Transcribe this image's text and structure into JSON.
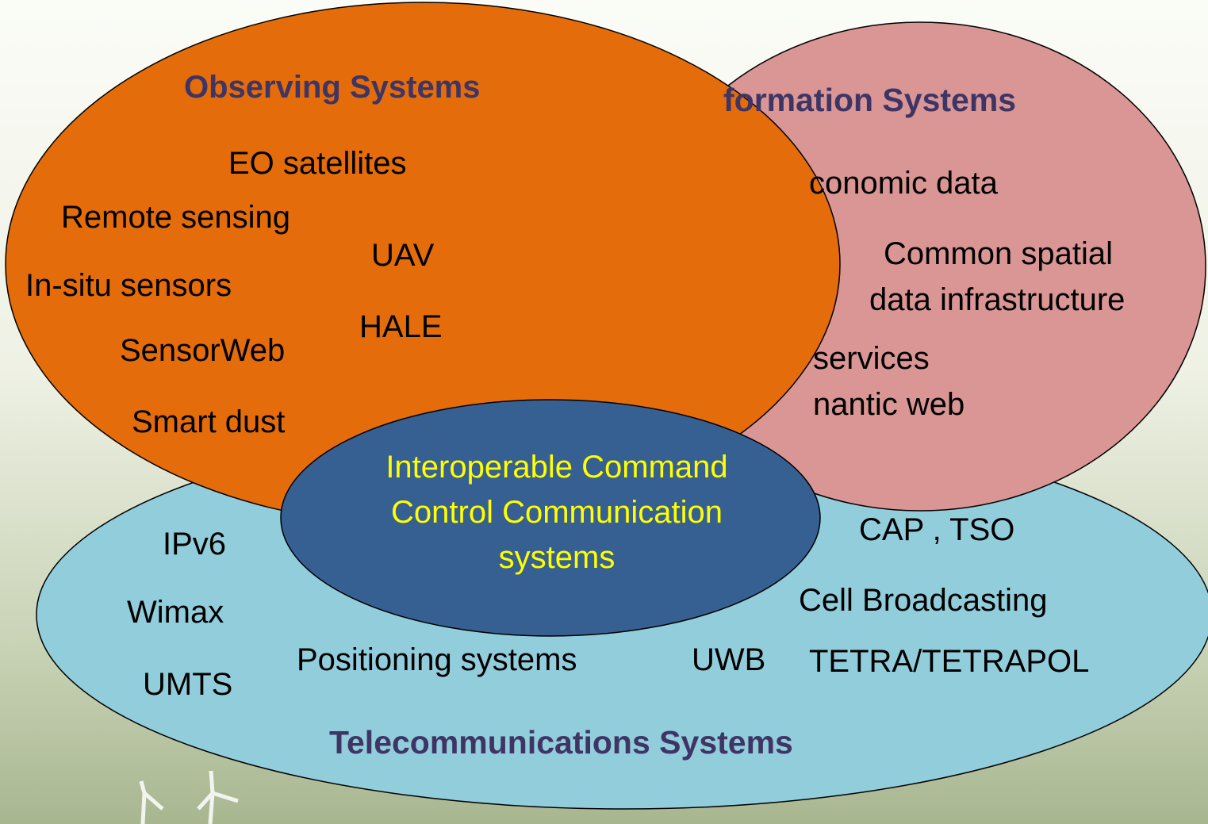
{
  "diagram": {
    "information_systems": {
      "title": "formation Systems",
      "items": [
        "conomic data",
        "Common spatial",
        "data infrastructure",
        "services",
        "nantic web"
      ],
      "fill": "#d99694"
    },
    "observing_systems": {
      "title": "Observing Systems",
      "items": [
        "EO satellites",
        "Remote sensing",
        "UAV",
        "In-situ sensors",
        "HALE",
        "SensorWeb",
        "Smart dust"
      ],
      "fill": "#e46c0a"
    },
    "telecommunications_systems": {
      "title": "Telecommunications Systems",
      "items": [
        "IPv6",
        "CAP , TSO",
        "Wimax",
        "Cell Broadcasting",
        "Positioning systems",
        "UWB",
        "TETRA/TETRAPOL",
        "UMTS"
      ],
      "fill": "#92cddc"
    },
    "center": {
      "lines": [
        "Interoperable Command",
        "Control Communication",
        "systems"
      ],
      "fill": "#366092",
      "text_color": "#ffff00"
    },
    "title_color": "#3e3565"
  }
}
